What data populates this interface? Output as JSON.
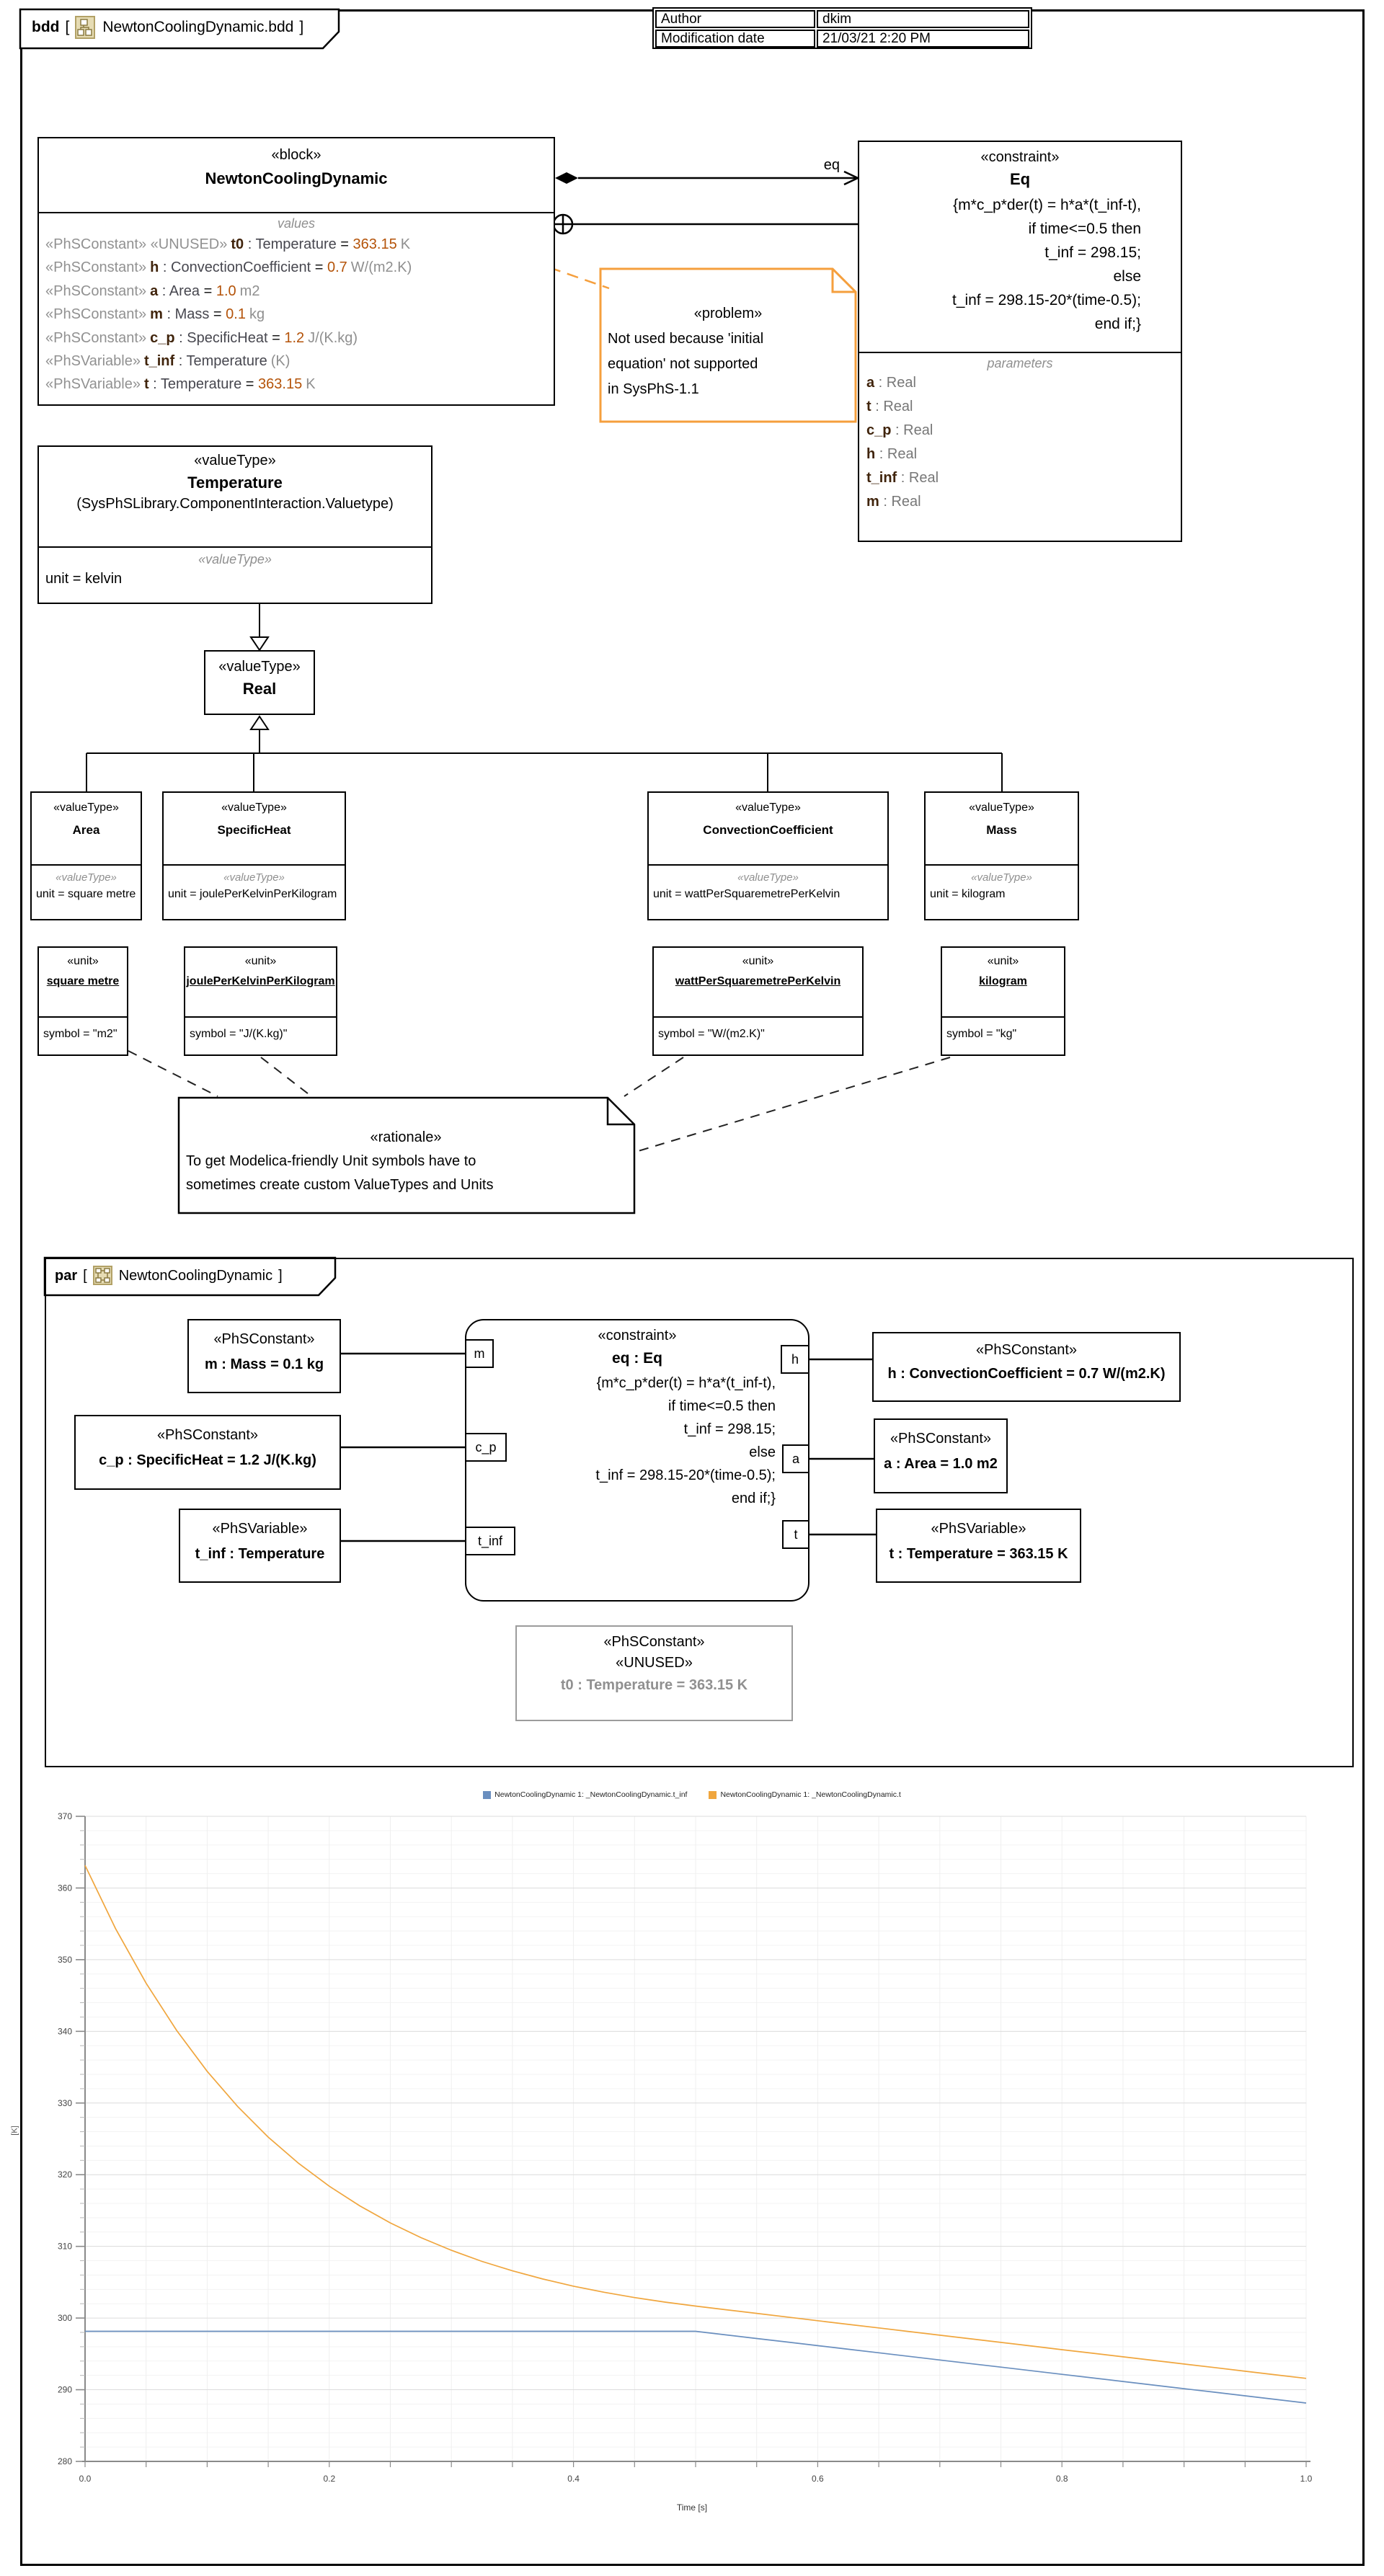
{
  "frame": {
    "bdd_kind": "bdd",
    "bdd_title": "NewtonCoolingDynamic.bdd",
    "par_kind": "par",
    "par_title": "NewtonCoolingDynamic",
    "lb": "[",
    "rb": "]"
  },
  "info_table": {
    "author_label": "Author",
    "author_value": "dkim",
    "date_label": "Modification date",
    "date_value": "21/03/21 2:20 PM"
  },
  "block": {
    "stereotype": "«block»",
    "name": "NewtonCoolingDynamic",
    "compartment": "values",
    "values": [
      {
        "stereo": "«PhSConstant» «UNUSED»",
        "name": "t0",
        "type": " : Temperature",
        "eq": " = ",
        "value": "363.15",
        "unit": "K"
      },
      {
        "stereo": "«PhSConstant»",
        "name": "h",
        "type": " : ConvectionCoefficient",
        "eq": " = ",
        "value": "0.7",
        "unit": "W/(m2.K)"
      },
      {
        "stereo": "«PhSConstant»",
        "name": "a",
        "type": " : Area",
        "eq": " = ",
        "value": "1.0",
        "unit": "m2"
      },
      {
        "stereo": "«PhSConstant»",
        "name": "m",
        "type": " : Mass",
        "eq": " = ",
        "value": "0.1",
        "unit": "kg"
      },
      {
        "stereo": "«PhSConstant»",
        "name": "c_p",
        "type": " : SpecificHeat",
        "eq": " = ",
        "value": "1.2",
        "unit": "J/(K.kg)"
      },
      {
        "stereo": "«PhSVariable»",
        "name": "t_inf",
        "type": " : Temperature",
        "eq": "",
        "value": "",
        "unit": "(K)"
      },
      {
        "stereo": "«PhSVariable»",
        "name": "t",
        "type": " : Temperature",
        "eq": " = ",
        "value": "363.15",
        "unit": "K"
      }
    ]
  },
  "eq_block": {
    "stereotype": "«constraint»",
    "name": "Eq",
    "assoc_label": "eq",
    "equation_lines": [
      "{m*c_p*der(t) = h*a*(t_inf-t),",
      "if time<=0.5 then",
      "t_inf = 298.15;",
      "else",
      "t_inf = 298.15-20*(time-0.5);",
      "end if;}"
    ],
    "compartment": "parameters",
    "parameters": [
      {
        "name": "a",
        "type": " : Real"
      },
      {
        "name": "t",
        "type": " : Real"
      },
      {
        "name": "c_p",
        "type": " : Real"
      },
      {
        "name": "h",
        "type": " : Real"
      },
      {
        "name": "t_inf",
        "type": " : Real"
      },
      {
        "name": "m",
        "type": " : Real"
      }
    ]
  },
  "problem_note": {
    "stereotype": "«problem»",
    "lines": [
      "Not used because 'initial",
      "equation' not supported",
      "in SysPhS-1.1"
    ]
  },
  "temperature_type": {
    "stereotype": "«valueType»",
    "name": "Temperature",
    "qualifier": "(SysPhSLibrary.ComponentInteraction.Valuetype)",
    "compartment_stereo": "«valueType»",
    "unit": "unit = kelvin"
  },
  "real_type": {
    "stereotype": "«valueType»",
    "name": "Real"
  },
  "value_types": [
    {
      "stereotype": "«valueType»",
      "name": "Area",
      "compartment_stereo": "«valueType»",
      "unit": "unit = square metre"
    },
    {
      "stereotype": "«valueType»",
      "name": "SpecificHeat",
      "compartment_stereo": "«valueType»",
      "unit": "unit = joulePerKelvinPerKilogram"
    },
    {
      "stereotype": "«valueType»",
      "name": "ConvectionCoefficient",
      "compartment_stereo": "«valueType»",
      "unit": "unit = wattPerSquaremetrePerKelvin"
    },
    {
      "stereotype": "«valueType»",
      "name": "Mass",
      "compartment_stereo": "«valueType»",
      "unit": "unit = kilogram"
    }
  ],
  "units": [
    {
      "stereotype": "«unit»",
      "name": "square metre",
      "symbol": "symbol = \"m2\""
    },
    {
      "stereotype": "«unit»",
      "name": "joulePerKelvinPerKilogram",
      "symbol": "symbol = \"J/(K.kg)\""
    },
    {
      "stereotype": "«unit»",
      "name": "wattPerSquaremetrePerKelvin",
      "symbol": "symbol = \"W/(m2.K)\""
    },
    {
      "stereotype": "«unit»",
      "name": "kilogram",
      "symbol": "symbol = \"kg\""
    }
  ],
  "rationale_note": {
    "stereotype": "«rationale»",
    "lines": [
      "To get Modelica-friendly Unit symbols have to",
      "sometimes create custom ValueTypes and Units"
    ]
  },
  "par": {
    "left_boxes": [
      {
        "stereo": "«PhSConstant»",
        "label": "m : Mass = 0.1 kg"
      },
      {
        "stereo": "«PhSConstant»",
        "label": "c_p : SpecificHeat = 1.2 J/(K.kg)"
      },
      {
        "stereo": "«PhSVariable»",
        "label": "t_inf : Temperature"
      }
    ],
    "right_boxes": [
      {
        "stereo": "«PhSConstant»",
        "label": "h : ConvectionCoefficient = 0.7 W/(m2.K)"
      },
      {
        "stereo": "«PhSConstant»",
        "label": "a : Area = 1.0 m2"
      },
      {
        "stereo": "«PhSVariable»",
        "label": "t : Temperature = 363.15 K"
      }
    ],
    "constraint": {
      "stereotype": "«constraint»",
      "name": "eq : Eq",
      "equation_lines": [
        "{m*c_p*der(t) = h*a*(t_inf-t),",
        "if time<=0.5 then",
        "t_inf = 298.15;",
        "else",
        "t_inf = 298.15-20*(time-0.5);",
        "end if;}"
      ]
    },
    "ports_left": [
      "m",
      "c_p",
      "t_inf"
    ],
    "ports_right": [
      "h",
      "a",
      "t"
    ],
    "unused_box": {
      "stereo1": "«PhSConstant»",
      "stereo2": "«UNUSED»",
      "label": "t0 : Temperature = 363.15 K"
    }
  },
  "chart_data": {
    "type": "line",
    "title": "",
    "xlabel": "Time [s]",
    "ylabel": "[K]",
    "xlim": [
      0,
      1
    ],
    "ylim": [
      280,
      370
    ],
    "grid": true,
    "legend_position": "top",
    "x_tick_labels": [
      "0.0",
      "0.2",
      "0.4",
      "0.6",
      "0.8",
      "1.0"
    ],
    "y_tick_labels": [
      "280",
      "290",
      "300",
      "310",
      "320",
      "330",
      "340",
      "350",
      "360",
      "370"
    ],
    "x": [
      0,
      0.025,
      0.05,
      0.075,
      0.1,
      0.125,
      0.15,
      0.175,
      0.2,
      0.225,
      0.25,
      0.275,
      0.3,
      0.325,
      0.35,
      0.375,
      0.4,
      0.425,
      0.45,
      0.475,
      0.5,
      0.525,
      0.55,
      0.575,
      0.6,
      0.625,
      0.65,
      0.675,
      0.7,
      0.725,
      0.75,
      0.775,
      0.8,
      0.825,
      0.85,
      0.875,
      0.9,
      0.925,
      0.95,
      0.975,
      1.0
    ],
    "series": [
      {
        "name": "NewtonCoolingDynamic 1: _NewtonCoolingDynamic.t_inf",
        "color": "#6a8fbf",
        "values": [
          298.15,
          298.15,
          298.15,
          298.15,
          298.15,
          298.15,
          298.15,
          298.15,
          298.15,
          298.15,
          298.15,
          298.15,
          298.15,
          298.15,
          298.15,
          298.15,
          298.15,
          298.15,
          298.15,
          298.15,
          298.15,
          297.65,
          297.15,
          296.65,
          296.15,
          295.65,
          295.15,
          294.65,
          294.15,
          293.65,
          293.15,
          292.65,
          292.15,
          291.65,
          291.15,
          290.65,
          290.15,
          289.65,
          289.15,
          288.65,
          288.15
        ]
      },
      {
        "name": "NewtonCoolingDynamic 1: _NewtonCoolingDynamic.t",
        "color": "#f0a63e",
        "values": [
          363.15,
          354.33,
          346.71,
          340.12,
          334.42,
          329.5,
          325.24,
          321.57,
          318.39,
          315.65,
          313.27,
          311.22,
          309.45,
          307.91,
          306.59,
          305.44,
          304.45,
          303.6,
          302.86,
          302.22,
          301.67,
          301.16,
          300.65,
          300.14,
          299.63,
          299.12,
          298.62,
          298.11,
          297.61,
          297.1,
          296.6,
          296.1,
          295.59,
          295.09,
          294.59,
          294.09,
          293.59,
          293.09,
          292.58,
          292.08,
          291.58
        ]
      }
    ]
  },
  "colors": {
    "note_orange": "#f59f3d",
    "stereo_gray": "#919191",
    "value_orange": "#b45309",
    "series_blue": "#6a8fbf",
    "series_orange": "#f0a63e"
  }
}
